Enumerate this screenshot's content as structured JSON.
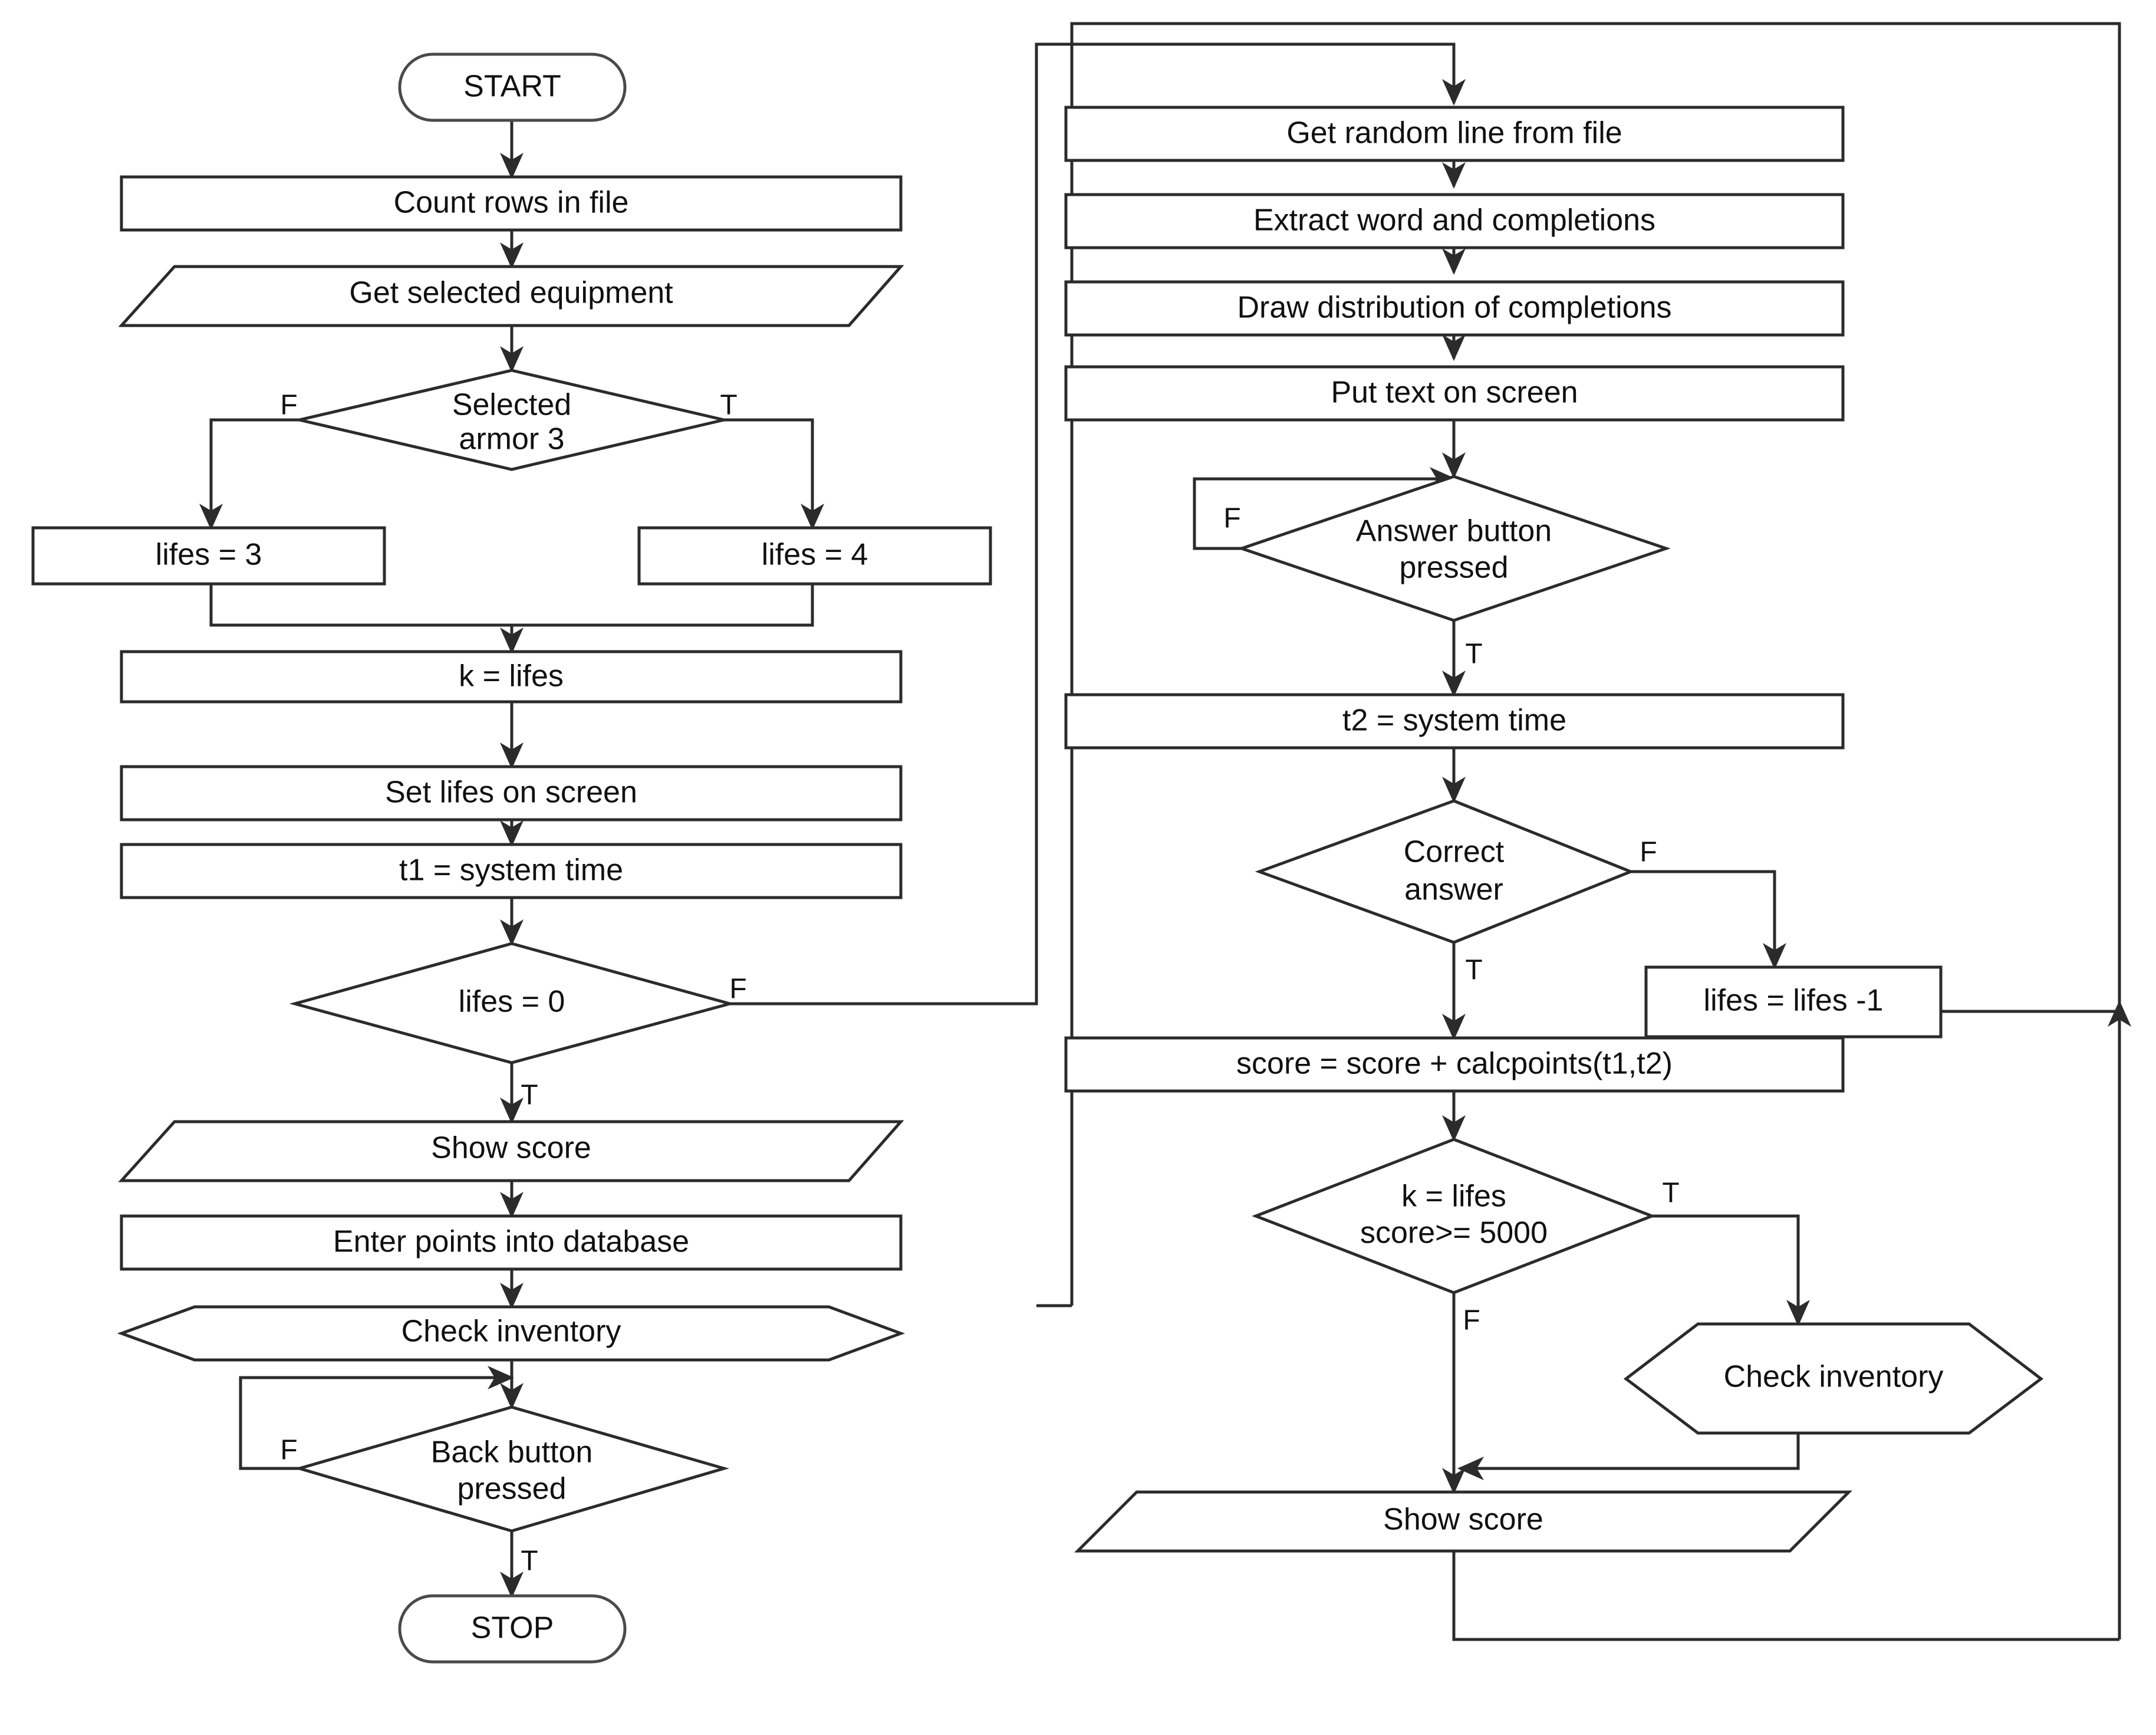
{
  "diagram": {
    "type": "flowchart",
    "title": "Game word-completion flowchart",
    "branch_labels": {
      "true": "T",
      "false": "F"
    },
    "colors": {
      "stroke": "#2b2b2b",
      "fill": "#ffffff",
      "text": "#101010"
    },
    "left_column": {
      "start": "START",
      "count_rows": "Count rows in file",
      "get_equipment": "Get selected equipment",
      "selected_armor_line1": "Selected",
      "selected_armor_line2": "armor 3",
      "lifes_3": "lifes = 3",
      "lifes_4": "lifes = 4",
      "k_equals_lifes": "k = lifes",
      "set_lifes": "Set lifes on screen",
      "t1_system_time": "t1 = system time",
      "lifes_zero": "lifes = 0",
      "show_score": "Show score",
      "enter_points": "Enter points into database",
      "check_inventory": "Check inventory",
      "back_button_line1": "Back button",
      "back_button_line2": "pressed",
      "stop": "STOP"
    },
    "right_column": {
      "get_random_line": "Get random line from file",
      "extract_word": "Extract word and completions",
      "draw_distribution": "Draw distribution of completions",
      "put_text": "Put text on screen",
      "answer_button_line1": "Answer button",
      "answer_button_line2": "pressed",
      "t2_system_time": "t2 = system time",
      "correct_answer_line1": "Correct",
      "correct_answer_line2": "answer",
      "lifes_minus_one": "lifes = lifes -1",
      "score_calc": "score = score + calcpoints(t1,t2)",
      "k_lifes_line1": "k = lifes",
      "k_lifes_line2": "score>= 5000",
      "check_inventory": "Check inventory",
      "show_score": "Show score"
    },
    "edge_flags": {
      "armor_false": "F",
      "armor_true": "T",
      "lifes_zero_false": "F",
      "lifes_zero_true": "T",
      "back_button_false": "F",
      "back_button_true": "T",
      "answer_false": "F",
      "answer_true": "T",
      "correct_false": "F",
      "correct_true": "T",
      "k_lifes_true": "T",
      "k_lifes_false": "F"
    }
  }
}
